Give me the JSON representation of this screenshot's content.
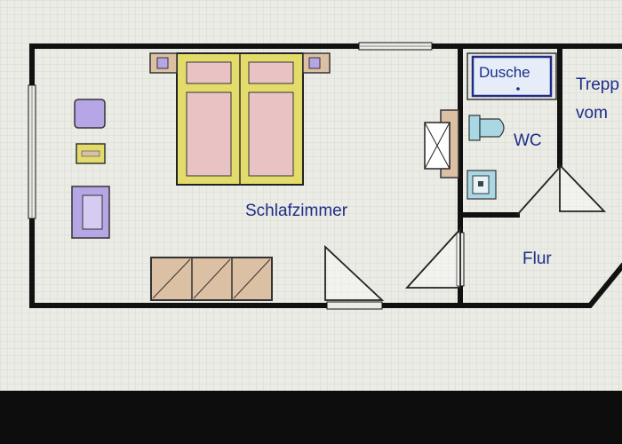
{
  "rooms": {
    "bedroom": "Schlafzimmer",
    "shower": "Dusche",
    "toilet": "WC",
    "hall": "Flur",
    "stairs_line1": "Trepp",
    "stairs_line2": "vom"
  },
  "colors": {
    "screen_background": "#ecece6",
    "wall": "#111111",
    "screen_bezel": "#0d0d0d",
    "label_text": "#1e2d88",
    "bed_frame": "#e4dc6a",
    "bed_mattress": "#e9c2c4",
    "wardrobe": "#dcc0a4",
    "furniture_purple": "#b6a6e6",
    "sink": "#a9d8e4"
  },
  "icons": [
    "double-bed-icon",
    "nightstand-icon",
    "armchair-icon",
    "stool-icon",
    "table-icon",
    "wardrobe-icon",
    "shower-tray-icon",
    "toilet-icon",
    "washbasin-icon",
    "mirror-icon",
    "door-swing-icon",
    "window-icon"
  ]
}
